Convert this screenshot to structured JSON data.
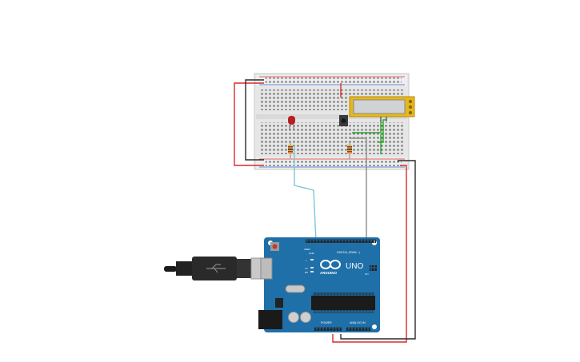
{
  "board": {
    "logo_text": "ARDUINO",
    "model_text": "UNO",
    "digital_label": "DIGITAL (PWM ~)",
    "power_label": "POWER",
    "analog_label": "ANALOG IN",
    "tx_label": "TX",
    "rx_label": "RX",
    "l_label": "L",
    "on_label": "ON",
    "aref_label": "AREF",
    "gnd_label": "GND"
  },
  "colors": {
    "board": "#1f6fa8",
    "breadboard": "#e6e6e6",
    "wire_red": "#d62d2d",
    "wire_black": "#2b2b2b",
    "wire_green": "#2aa52a",
    "wire_cyan": "#79c7d8",
    "wire_gray": "#8a8a8a",
    "led": "#b52020",
    "sensor": "#e7b81c"
  },
  "components": [
    "breadboard",
    "arduino-uno",
    "led",
    "resistor",
    "resistor",
    "pushbutton",
    "temperature-sensor-module",
    "usb-cable"
  ]
}
